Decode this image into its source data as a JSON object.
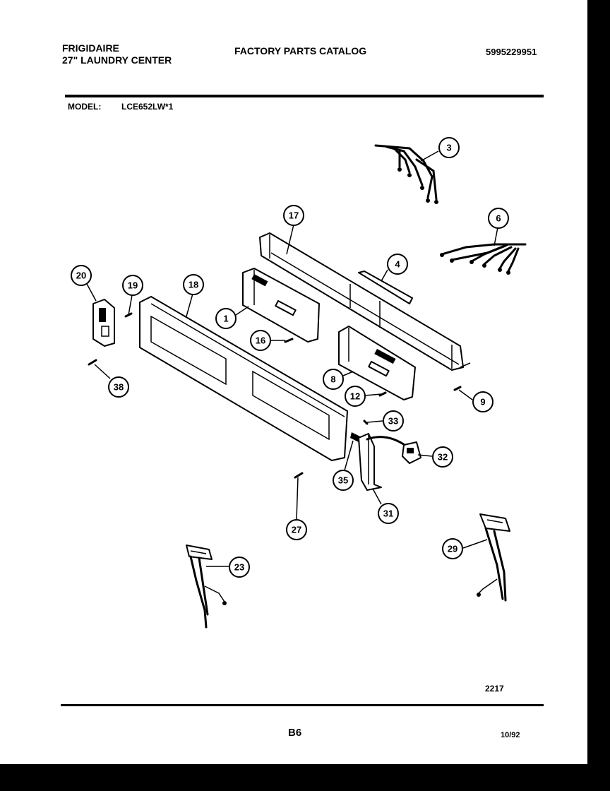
{
  "header": {
    "brand_line1": "FRIGIDAIRE",
    "brand_line2": "27\" LAUNDRY CENTER",
    "catalog_title": "FACTORY PARTS CATALOG",
    "catalog_number": "5995229951",
    "model_label": "MODEL:",
    "model_value": "LCE652LW*1"
  },
  "callouts": [
    "3",
    "17",
    "6",
    "4",
    "20",
    "19",
    "18",
    "1",
    "16",
    "8",
    "12",
    "9",
    "33",
    "32",
    "35",
    "31",
    "27",
    "38",
    "29",
    "23"
  ],
  "footer": {
    "drawing_number": "2217",
    "page_number": "B6",
    "date": "10/92"
  }
}
